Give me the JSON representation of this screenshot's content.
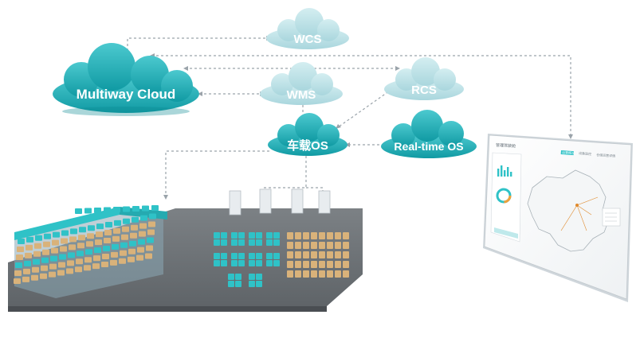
{
  "nodes": {
    "multiway_cloud": "Multiway Cloud",
    "wcs": "WCS",
    "wms": "WMS",
    "rcs": "RCS",
    "vehicle_os": "车载OS",
    "realtime_os": "Real-time OS"
  },
  "colors": {
    "cloud_dark": "#1aa9b1",
    "cloud_light": "#b9e0e6",
    "cloud_mid": "#2fb6bd",
    "connector": "#9aa3aa",
    "shelf_tan": "#d9b27a",
    "shelf_teal": "#2fc2c7",
    "floor": "#6f7478"
  },
  "monitor": {
    "title": "管理驾驶舱",
    "tabs": [
      "运营概况",
      "设备监控",
      "仓储运营详情"
    ]
  }
}
